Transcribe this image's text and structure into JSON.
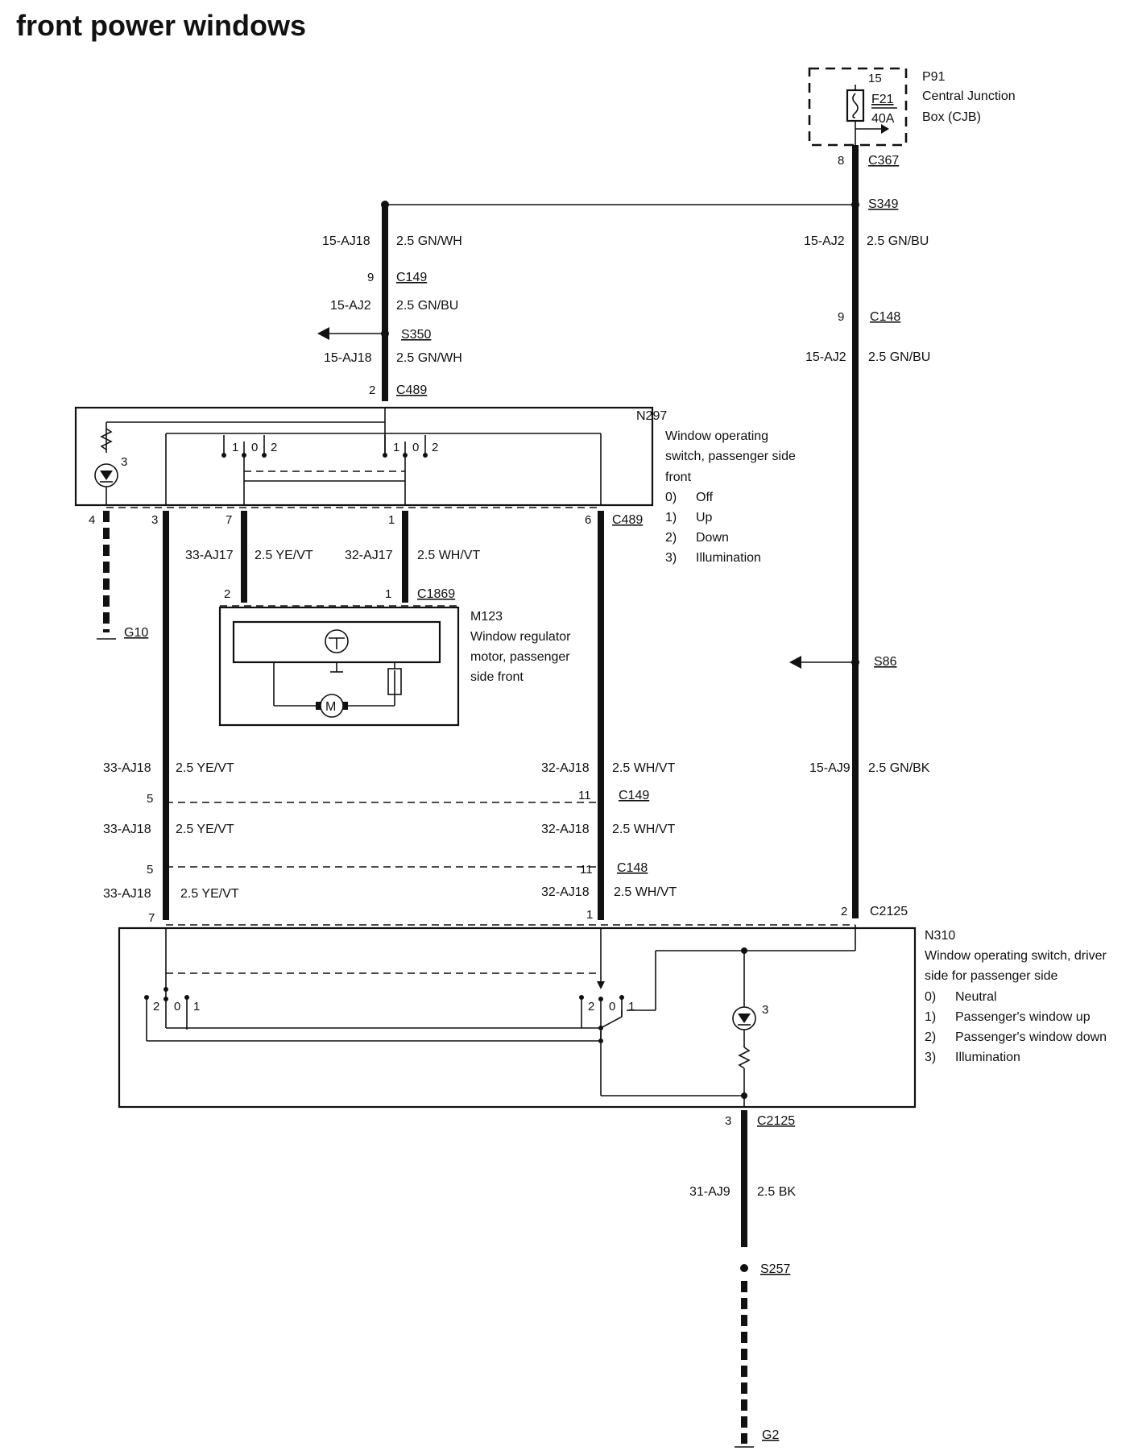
{
  "title": "front power windows",
  "fuse_box": {
    "ref": "P91",
    "name_line1": "Central Junction",
    "name_line2": "Box (CJB)",
    "fuse": "F21",
    "rating": "40A",
    "pin": "15"
  },
  "connectors": {
    "c367": "C367",
    "c367_pin": "8",
    "s349": "S349",
    "c149_top": "C149",
    "c149_top_pin": "9",
    "s350": "S350",
    "c489_top": "C489",
    "c489_top_pin": "2",
    "c148_right": "C148",
    "c148_right_pin": "9",
    "c489_bottom": "C489",
    "c1869": "C1869",
    "g10": "G10",
    "s86": "S86",
    "c149_mid": "C149",
    "c148_mid": "C148",
    "c2125_top": "C2125",
    "c2125_bottom": "C2125",
    "s257": "S257",
    "g2": "G2"
  },
  "wires": {
    "w1_circuit": "15-AJ18",
    "w1_spec": "2.5 GN/WH",
    "w2_circuit": "15-AJ2",
    "w2_spec": "2.5 GN/BU",
    "w3_circuit": "15-AJ18",
    "w3_spec": "2.5 GN/WH",
    "r1_circuit": "15-AJ2",
    "r1_spec": "2.5 GN/BU",
    "r2_circuit": "15-AJ2",
    "r2_spec": "2.5 GN/BU",
    "m1_circuit": "33-AJ17",
    "m1_spec": "2.5 YE/VT",
    "m2_circuit": "32-AJ17",
    "m2_spec": "2.5 WH/VT",
    "l1_circuit": "33-AJ18",
    "l1_spec": "2.5 YE/VT",
    "l2_circuit": "33-AJ18",
    "l2_spec": "2.5 YE/VT",
    "l3_circuit": "33-AJ18",
    "l3_spec": "2.5 YE/VT",
    "c1_circuit": "32-AJ18",
    "c1_spec": "2.5 WH/VT",
    "c2_circuit": "32-AJ18",
    "c2_spec": "2.5 WH/VT",
    "c3_circuit": "32-AJ18",
    "c3_spec": "2.5 WH/VT",
    "r3_circuit": "15-AJ9",
    "r3_spec": "2.5 GN/BK",
    "g_circuit": "31-AJ9",
    "g_spec": "2.5 BK"
  },
  "n297": {
    "ref": "N297",
    "line1": "Window operating",
    "line2": "switch, passenger side",
    "line3": "front",
    "legend": [
      {
        "num": "0)",
        "text": "Off"
      },
      {
        "num": "1)",
        "text": "Up"
      },
      {
        "num": "2)",
        "text": "Down"
      },
      {
        "num": "3)",
        "text": "Illumination"
      }
    ]
  },
  "m123": {
    "ref": "M123",
    "line1": "Window regulator",
    "line2": "motor, passenger",
    "line3": "side front",
    "motor_symbol": "M"
  },
  "n310": {
    "ref": "N310",
    "line1": "Window operating switch, driver",
    "line2": "side for passenger side",
    "legend": [
      {
        "num": "0)",
        "text": "Neutral"
      },
      {
        "num": "1)",
        "text": "Passenger's window up"
      },
      {
        "num": "2)",
        "text": "Passenger's window down"
      },
      {
        "num": "3)",
        "text": "Illumination"
      }
    ]
  },
  "pins": {
    "n297_p4": "4",
    "n297_p3": "3",
    "n297_p7": "7",
    "n297_p1": "1",
    "n297_p6": "6",
    "m123_p2": "2",
    "m123_p1": "1",
    "c149_p5": "5",
    "c149_p11": "11",
    "c148_p5": "5",
    "c148_p11": "11",
    "n310_p7": "7",
    "n310_p1": "1",
    "n310_p2": "2",
    "n310_p3": "3",
    "sw_1": "1",
    "sw_0": "0",
    "sw_2": "2",
    "lamp_3": "3"
  }
}
